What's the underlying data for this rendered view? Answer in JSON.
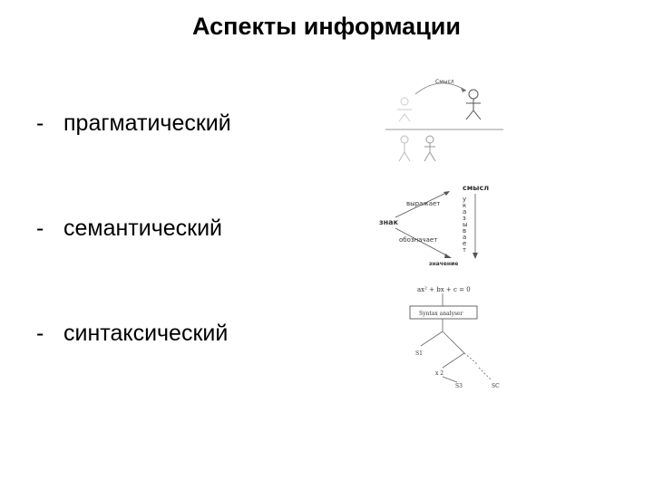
{
  "slide": {
    "title": "Аспекты информации",
    "items": [
      {
        "dash": "-",
        "label": "прагматический"
      },
      {
        "dash": "-",
        "label": "семантический"
      },
      {
        "dash": "-",
        "label": "синтаксический"
      }
    ]
  },
  "pragmatic_diagram": {
    "arc_label": "Смысл"
  },
  "semantic_diagram": {
    "smysl": "смысл",
    "znak": "знак",
    "znachenie": "значение",
    "vyrazhaet": "выражает",
    "oboznachaet": "обозначает",
    "vertical_label_chars": [
      "у",
      "к",
      "а",
      "з",
      "ы",
      "в",
      "а",
      "е",
      "т"
    ]
  },
  "syntax_diagram": {
    "formula": "ax² + bx + c = 0",
    "box_label": "Syntax analyser",
    "nodes": [
      "S1",
      "x 2",
      "S3",
      "SC"
    ]
  }
}
